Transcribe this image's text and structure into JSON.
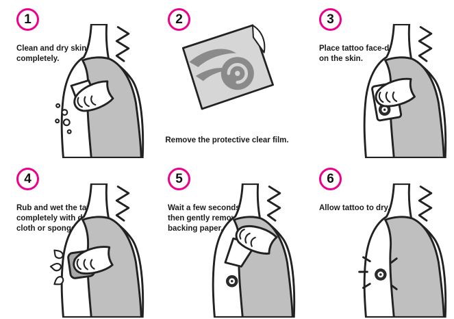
{
  "colors": {
    "accent": "#EC008C",
    "ink": "#1a1a1a",
    "figure_gray": "#bfbfbf",
    "sheet_gray": "#d6d6d6",
    "design_gray": "#8a8a8a"
  },
  "steps": [
    {
      "number": "1",
      "text": "Clean and dry skin completely.",
      "illustration": "arm-being-cleaned-with-cloth-and-bubbles"
    },
    {
      "number": "2",
      "text": "Remove the protective clear film.",
      "illustration": "tattoo-sheet-with-clear-film-corner"
    },
    {
      "number": "3",
      "text": "Place tattoo face-down on the skin.",
      "illustration": "hand-placing-tattoo-card-on-arm"
    },
    {
      "number": "4",
      "text": "Rub and wet the tattoo completely with damp cloth or sponge.",
      "illustration": "hand-pressing-damp-sponge-on-arm"
    },
    {
      "number": "5",
      "text": "Wait a few seconds then gently remove the backing paper.",
      "illustration": "hand-peeling-backing-paper-off-arm"
    },
    {
      "number": "6",
      "text": "Allow tattoo to dry.",
      "illustration": "tattoo-on-arm-drying"
    }
  ]
}
